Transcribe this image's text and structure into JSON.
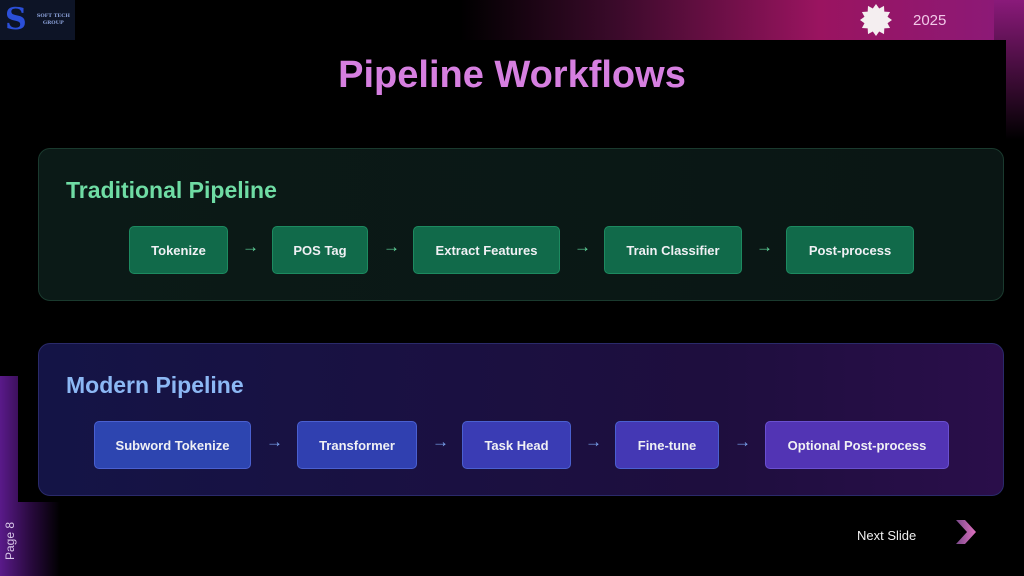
{
  "header": {
    "logo_text": "SOFT TECH GROUP",
    "year": "2025"
  },
  "title": "Pipeline Workflows",
  "traditional": {
    "title": "Traditional Pipeline",
    "steps": [
      "Tokenize",
      "POS Tag",
      "Extract Features",
      "Train Classifier",
      "Post-process"
    ],
    "arrow": "→"
  },
  "modern": {
    "title": "Modern Pipeline",
    "steps": [
      "Subword Tokenize",
      "Transformer",
      "Task Head",
      "Fine-tune",
      "Optional Post-process"
    ],
    "arrow": "→"
  },
  "footer": {
    "page": "Page 8",
    "next": "Next Slide"
  }
}
